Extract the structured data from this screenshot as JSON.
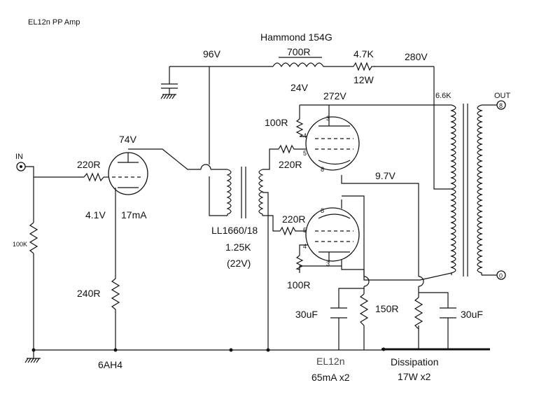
{
  "title": "EL12n PP Amp",
  "labels": {
    "choke_name": "Hammond 154G",
    "choke_res": "700R",
    "choke_drop": "24V",
    "drop_res": "4.7K",
    "drop_watt": "12W",
    "b_plus": "280V",
    "driver_supply": "96V",
    "plate_v": "272V",
    "out_xfmr": "6.6K",
    "out_label": "OUT",
    "out_tap_8": "8",
    "out_tap_0": "0",
    "input": "IN",
    "grid_res_in": "220R",
    "driver_plate_v": "74V",
    "driver_cathode_v": "4.1V",
    "driver_current": "17mA",
    "grid_leak": "100K",
    "cathode_res_driver": "240R",
    "driver_tube": "6AH4",
    "interstage": "LL1660/18",
    "interstage_res": "1.25K",
    "interstage_drop": "(22V)",
    "g2_res_top": "100R",
    "g2_res_bot": "100R",
    "grid_stop_top": "220R",
    "grid_stop_bot": "220R",
    "cathode_v": "9.7V",
    "cap_left": "30uF",
    "cap_right": "30uF",
    "cathode_res_output": "150R",
    "output_tube": "EL12n",
    "output_current": "65mA   x2",
    "dissipation_label": "Dissipation",
    "dissipation_value": "17W   x2",
    "pin_3": "3",
    "pin_4": "4",
    "pin_5": "5",
    "pin_8": "8"
  }
}
